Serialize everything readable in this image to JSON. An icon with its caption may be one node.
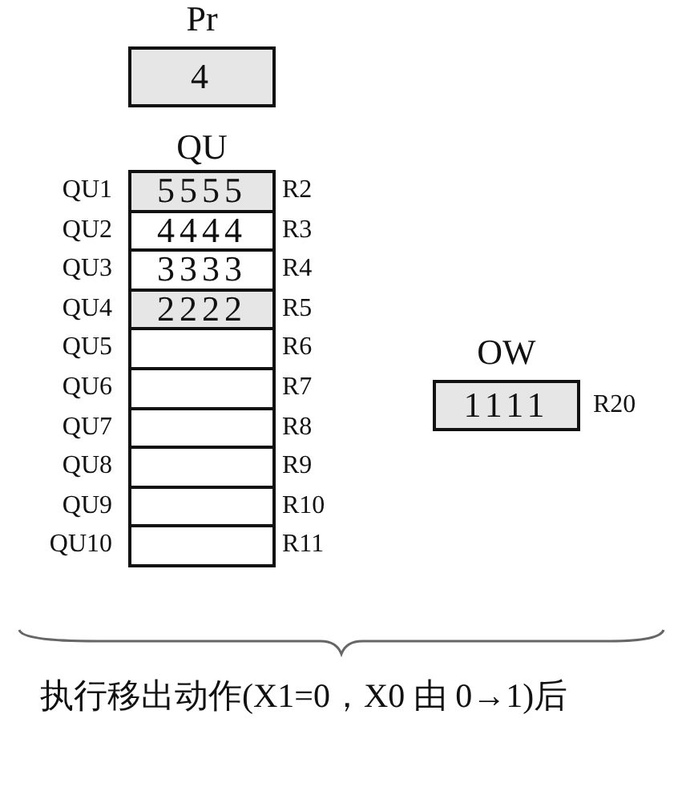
{
  "diagram": {
    "caption": "执行移出动作(X1=0，X0 由 0→1)后",
    "nodes": [
      {
        "text": [
          "Pr",
          "4"
        ]
      },
      {
        "text": [
          "QU"
        ]
      },
      {
        "text": [
          "5555"
        ],
        "in": 1,
        "beside": [
          "QU1",
          "R2"
        ]
      },
      {
        "text": [
          "4444"
        ],
        "in": 1,
        "beside": [
          "QU2",
          "R3"
        ]
      },
      {
        "text": [
          "3333"
        ],
        "in": 1,
        "beside": [
          "QU3",
          "R4"
        ]
      },
      {
        "text": [
          "2222"
        ],
        "in": 1,
        "beside": [
          "QU4",
          "R5"
        ]
      },
      {
        "text": [],
        "shape": "box",
        "in": 1,
        "beside": [
          "QU5",
          "R6"
        ]
      },
      {
        "text": [],
        "shape": "box",
        "in": 1,
        "beside": [
          "QU6",
          "R7"
        ]
      },
      {
        "text": [],
        "shape": "box",
        "in": 1,
        "beside": [
          "QU7",
          "R8"
        ]
      },
      {
        "text": [],
        "shape": "box",
        "in": 1,
        "beside": [
          "QU8",
          "R9"
        ]
      },
      {
        "text": [],
        "shape": "box",
        "in": 1,
        "beside": [
          "QU9",
          "R10"
        ]
      },
      {
        "text": [],
        "shape": "box",
        "in": 1,
        "beside": [
          "QU10",
          "R11"
        ]
      },
      {
        "text": [
          "OW",
          "1111"
        ],
        "beside": [
          "R20"
        ]
      }
    ],
    "edges": []
  }
}
